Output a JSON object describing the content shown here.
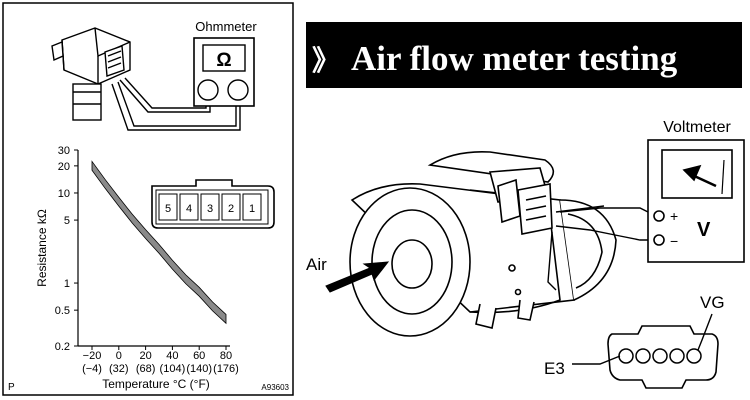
{
  "banner": {
    "arrow": "》",
    "title": "Air flow meter testing"
  },
  "left_panel": {
    "ohmmeter_label": "Ohmmeter",
    "ohm_symbol": "Ω",
    "connector_pins": [
      "5",
      "4",
      "3",
      "2",
      "1"
    ],
    "corner_letter": "P",
    "figure_code": "A93603"
  },
  "chart_data": {
    "type": "line",
    "title": "",
    "xlabel": "Temperature °C (°F)",
    "ylabel": "Resistance kΩ",
    "yscale": "log",
    "xlim": [
      -20,
      80
    ],
    "ylim": [
      0.2,
      30
    ],
    "x_ticks": [
      "−20",
      "0",
      "20",
      "40",
      "60",
      "80"
    ],
    "x_ticks_f": [
      "(−4)",
      "(32)",
      "(68)",
      "(104)",
      "(140)",
      "(176)"
    ],
    "y_ticks": [
      "30",
      "20",
      "10",
      "5",
      "1",
      "0.5",
      "0.2"
    ],
    "series": [
      {
        "x": [
          -20,
          -10,
          0,
          10,
          20,
          30,
          40,
          50,
          60,
          70,
          80
        ],
        "y": [
          20.0,
          12.5,
          8.0,
          5.2,
          3.5,
          2.4,
          1.6,
          1.1,
          0.8,
          0.55,
          0.4
        ]
      }
    ],
    "band_ratio": 1.12,
    "grid": false
  },
  "right_panel": {
    "voltmeter_label": "Voltmeter",
    "plus": "+",
    "minus": "−",
    "v_symbol": "V",
    "air_label": "Air",
    "vg_label": "VG",
    "e3_label": "E3"
  },
  "colors": {
    "banner_bg": "#000000",
    "banner_text": "#ffffff",
    "frame": "#000000",
    "band_fill": "#8a8a8a"
  }
}
